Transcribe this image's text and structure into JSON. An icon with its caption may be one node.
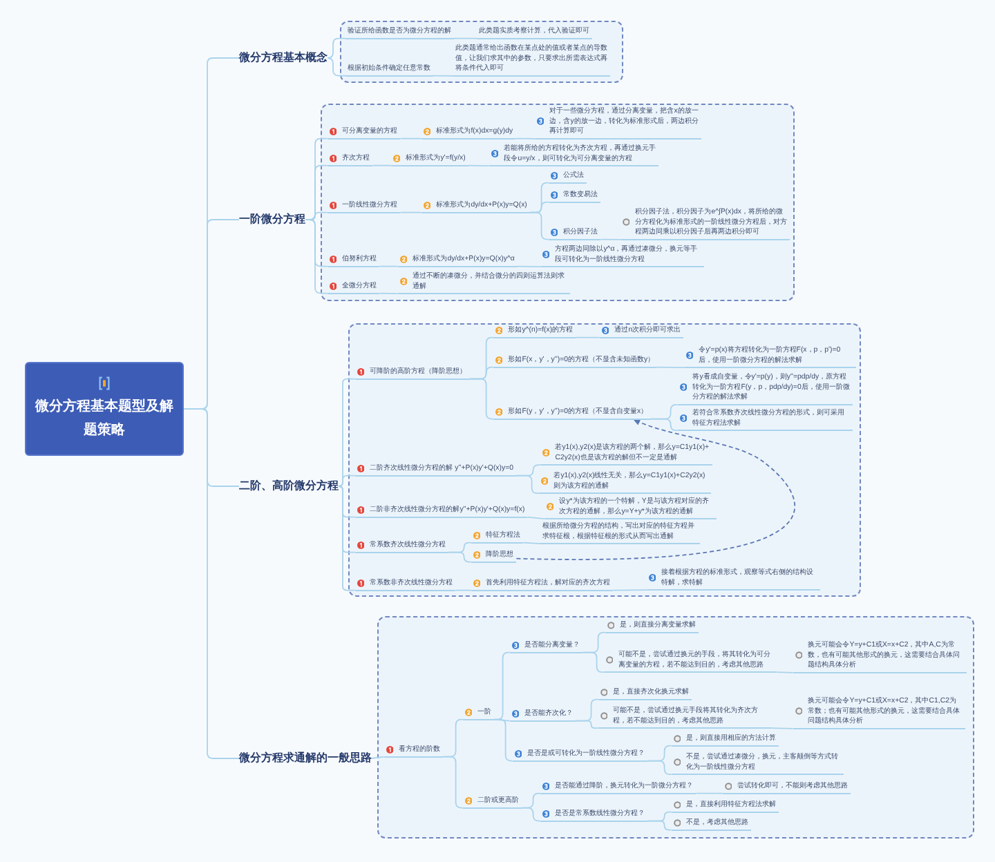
{
  "diagram": {
    "nodes": [
      {
        "text": [
          "微分方程基本题型及解题策略"
        ]
      },
      {
        "text": [
          "微分方程基本概念"
        ]
      },
      {
        "text": [],
        "shape": "box"
      },
      {
        "text": [
          "验证所给函数是否为微分方程的解"
        ],
        "in": 2
      },
      {
        "text": [
          "此类题实质考察计算，代入验证即可"
        ],
        "in": 2
      },
      {
        "text": [
          "根据初始条件确定任意常数"
        ],
        "in": 2
      },
      {
        "text": [
          "此类题通常给出函数在某点处的值或者某点的导数值，让我们求其中的参数，只要求出所需表达式再将条件代入即可"
        ],
        "in": 2
      },
      {
        "text": [
          "一阶微分方程"
        ]
      },
      {
        "text": [],
        "shape": "box"
      },
      {
        "text": [
          "可分离变量的方程"
        ],
        "in": 8
      },
      {
        "text": [
          "标准形式为f(x)dx=g(y)dy"
        ],
        "in": 8
      },
      {
        "text": [
          "对于一些微分方程，通过分离变量，把含x的放一边，含y的放一边，转化为标准形式后，两边积分再计算即可"
        ],
        "in": 8
      },
      {
        "text": [
          "齐次方程"
        ],
        "in": 8
      },
      {
        "text": [
          "标准形式为y'=f(y/x)"
        ],
        "in": 8
      },
      {
        "text": [
          "若能将所给的方程转化为齐次方程，再通过换元手段令u=y/x，则可转化为可分离变量的方程"
        ],
        "in": 8
      },
      {
        "text": [
          "一阶线性微分方程"
        ],
        "in": 8
      },
      {
        "text": [
          "标准形式为dy/dx+P(x)y=Q(x)"
        ],
        "in": 8
      },
      {
        "text": [
          "公式法"
        ],
        "in": 8
      },
      {
        "text": [
          "常数变易法"
        ],
        "in": 8
      },
      {
        "text": [
          "积分因子法"
        ],
        "in": 8
      },
      {
        "text": [
          "积分因子法，积分因子为e^∫P(x)dx，将所给的微分方程化为标准形式的一阶线性微分方程后，对方程两边同乘以积分因子后再两边积分即可"
        ],
        "in": 8
      },
      {
        "text": [
          "伯努利方程"
        ],
        "in": 8
      },
      {
        "text": [
          "标准形式为dy/dx+P(x)y=Q(x)y^α"
        ],
        "in": 8
      },
      {
        "text": [
          "方程两边同除以y^α，再通过凑微分，换元等手段可转化为一阶线性微分方程"
        ],
        "in": 8
      },
      {
        "text": [
          "全微分方程"
        ],
        "in": 8
      },
      {
        "text": [
          "通过不断的凑微分，并结合微分的四则运算法则求通解"
        ],
        "in": 8
      },
      {
        "text": [
          "二阶、高阶微分方程"
        ]
      },
      {
        "text": [],
        "shape": "box"
      },
      {
        "text": [
          "可降阶的高阶方程（降阶思想）"
        ],
        "in": 27
      },
      {
        "text": [
          "形如y^(n)=f(x)的方程"
        ],
        "in": 27
      },
      {
        "text": [
          "通过n次积分即可求出"
        ],
        "in": 27
      },
      {
        "text": [
          "形如F(x，y'，y'')=0的方程（不显含未知函数y）"
        ],
        "in": 27
      },
      {
        "text": [
          "令y'=p(x)将方程转化为一阶方程F(x，p，p')=0后，使用一阶微分方程的解法求解"
        ],
        "in": 27
      },
      {
        "text": [
          "形如F(y，y'，y'')=0的方程（不显含自变量x）"
        ],
        "in": 27
      },
      {
        "text": [
          "将y看成自变量，令y'=p(y)，则y''=pdp/dy，原方程转化为一阶方程F(y，p，pdp/dy)=0后，使用一阶微分方程的解法求解"
        ],
        "in": 27
      },
      {
        "text": [
          "若符合常系数齐次线性微分方程的形式，则可采用特征方程法求解"
        ],
        "in": 27
      },
      {
        "text": [
          "二阶齐次线性微分方程的解 y''+P(x)y'+Q(x)y=0"
        ],
        "in": 27
      },
      {
        "text": [
          "若y1(x),y2(x)是该方程的两个解，那么y=C1y1(x)+C2y2(x)也是该方程的解但不一定是通解"
        ],
        "in": 27
      },
      {
        "text": [
          "若y1(x),y2(x)线性无关，那么y=C1y1(x)+C2y2(x)则为该方程的通解"
        ],
        "in": 27
      },
      {
        "text": [
          "二阶非齐次线性微分方程的解y''+P(x)y'+Q(x)y=f(x)"
        ],
        "in": 27
      },
      {
        "text": [
          "设y*为该方程的一个特解，Y是与该方程对应的齐次方程的通解，那么y=Y+y*为该方程的通解"
        ],
        "in": 27
      },
      {
        "text": [
          "常系数齐次线性微分方程"
        ],
        "in": 27
      },
      {
        "text": [
          "特征方程法"
        ],
        "in": 27
      },
      {
        "text": [
          "根据所给微分方程的结构，写出对应的特征方程并求特征根，根据特征根的形式从而写出通解"
        ],
        "in": 27
      },
      {
        "text": [
          "降阶思想"
        ],
        "in": 27
      },
      {
        "text": [
          "常系数非齐次线性微分方程"
        ],
        "in": 27
      },
      {
        "text": [
          "首先利用特征方程法，解对应的齐次方程"
        ],
        "in": 27
      },
      {
        "text": [
          "接着根据方程的标准形式，观察等式右侧的结构设特解，求特解"
        ],
        "in": 27
      },
      {
        "text": [
          "微分方程求通解的一般思路"
        ]
      },
      {
        "text": [],
        "shape": "box"
      },
      {
        "text": [
          "看方程的阶数"
        ],
        "in": 49
      },
      {
        "text": [
          "一阶"
        ],
        "in": 49
      },
      {
        "text": [
          "是否能分离变量？"
        ],
        "in": 49
      },
      {
        "text": [
          "是，则直接分离变量求解"
        ],
        "in": 49
      },
      {
        "text": [
          "可能不是，尝试通过换元的手段，将其转化为可分离变量的方程，若不能达到目的，考虑其他思路"
        ],
        "in": 49
      },
      {
        "text": [
          "换元可能会令Y=y+C1或X=x+C2，其中A,C为常数，也有可能其他形式的换元，这需要结合具体问题结构具体分析"
        ],
        "in": 49
      },
      {
        "text": [
          "是否能齐次化？"
        ],
        "in": 49
      },
      {
        "text": [
          "是，直接齐次化换元求解"
        ],
        "in": 49
      },
      {
        "text": [
          "可能不是，尝试通过换元手段将其转化为齐次方程，若不能达到目的，考虑其他思路"
        ],
        "in": 49
      },
      {
        "text": [
          "换元可能会令Y=y+C1或X=x+C2，其中C1,C2为常数；也有可能其他形式的换元，这需要结合具体问题结构具体分析"
        ],
        "in": 49
      },
      {
        "text": [
          "是否是或可转化为一阶线性微分方程？"
        ],
        "in": 49
      },
      {
        "text": [
          "是，则直接用相应的方法计算"
        ],
        "in": 49
      },
      {
        "text": [
          "不是，尝试通过凑微分，换元，主客颠倒等方式转化为一阶线性微分方程"
        ],
        "in": 49
      },
      {
        "text": [
          "二阶或更高阶"
        ],
        "in": 49
      },
      {
        "text": [
          "是否能通过降阶，换元转化为一阶微分方程？"
        ],
        "in": 49
      },
      {
        "text": [
          "尝试转化即可，不能则考虑其他思路"
        ],
        "in": 49
      },
      {
        "text": [
          "是否是常系数线性微分方程？"
        ],
        "in": 49
      },
      {
        "text": [
          "是，直接利用特征方程法求解"
        ],
        "in": 49
      },
      {
        "text": [
          "不是，考虑其他思路"
        ],
        "in": 49
      }
    ],
    "edges": [
      {
        "from": 0,
        "to": 1,
        "arrow": "none"
      },
      {
        "from": 1,
        "to": 3,
        "arrow": "none"
      },
      {
        "from": 3,
        "to": 4,
        "arrow": "none"
      },
      {
        "from": 1,
        "to": 5,
        "arrow": "none"
      },
      {
        "from": 5,
        "to": 6,
        "arrow": "none"
      },
      {
        "from": 0,
        "to": 7,
        "arrow": "none"
      },
      {
        "from": 7,
        "to": 9,
        "arrow": "none"
      },
      {
        "from": 9,
        "to": 10,
        "arrow": "none"
      },
      {
        "from": 10,
        "to": 11,
        "arrow": "none"
      },
      {
        "from": 7,
        "to": 12,
        "arrow": "none"
      },
      {
        "from": 12,
        "to": 13,
        "arrow": "none"
      },
      {
        "from": 13,
        "to": 14,
        "arrow": "none"
      },
      {
        "from": 7,
        "to": 15,
        "arrow": "none"
      },
      {
        "from": 15,
        "to": 16,
        "arrow": "none"
      },
      {
        "from": 16,
        "to": 17,
        "arrow": "none"
      },
      {
        "from": 16,
        "to": 18,
        "arrow": "none"
      },
      {
        "from": 16,
        "to": 19,
        "arrow": "none"
      },
      {
        "from": 19,
        "to": 20,
        "arrow": "none"
      },
      {
        "from": 7,
        "to": 21,
        "arrow": "none"
      },
      {
        "from": 21,
        "to": 22,
        "arrow": "none"
      },
      {
        "from": 22,
        "to": 23,
        "arrow": "none"
      },
      {
        "from": 7,
        "to": 24,
        "arrow": "none"
      },
      {
        "from": 24,
        "to": 25,
        "arrow": "none"
      },
      {
        "from": 0,
        "to": 26,
        "arrow": "none"
      },
      {
        "from": 26,
        "to": 28,
        "arrow": "none"
      },
      {
        "from": 28,
        "to": 29,
        "arrow": "none"
      },
      {
        "from": 29,
        "to": 30,
        "arrow": "none"
      },
      {
        "from": 28,
        "to": 31,
        "arrow": "none"
      },
      {
        "from": 31,
        "to": 32,
        "arrow": "none"
      },
      {
        "from": 28,
        "to": 33,
        "arrow": "none"
      },
      {
        "from": 33,
        "to": 34,
        "arrow": "none"
      },
      {
        "from": 33,
        "to": 35,
        "arrow": "none"
      },
      {
        "from": 26,
        "to": 36,
        "arrow": "none"
      },
      {
        "from": 36,
        "to": 37,
        "arrow": "none"
      },
      {
        "from": 36,
        "to": 38,
        "arrow": "none"
      },
      {
        "from": 26,
        "to": 39,
        "arrow": "none"
      },
      {
        "from": 39,
        "to": 40,
        "arrow": "none"
      },
      {
        "from": 26,
        "to": 41,
        "arrow": "none"
      },
      {
        "from": 41,
        "to": 42,
        "arrow": "none"
      },
      {
        "from": 42,
        "to": 43,
        "arrow": "none"
      },
      {
        "from": 41,
        "to": 44,
        "arrow": "none"
      },
      {
        "from": 26,
        "to": 45,
        "arrow": "none"
      },
      {
        "from": 45,
        "to": 46,
        "arrow": "none"
      },
      {
        "from": 46,
        "to": 47,
        "arrow": "none"
      },
      {
        "from": 0,
        "to": 48,
        "arrow": "none"
      },
      {
        "from": 48,
        "to": 50,
        "arrow": "none"
      },
      {
        "from": 50,
        "to": 51,
        "arrow": "none"
      },
      {
        "from": 51,
        "to": 52,
        "arrow": "none"
      },
      {
        "from": 52,
        "to": 53,
        "arrow": "none"
      },
      {
        "from": 52,
        "to": 54,
        "arrow": "none"
      },
      {
        "from": 54,
        "to": 55,
        "arrow": "none"
      },
      {
        "from": 51,
        "to": 56,
        "arrow": "none"
      },
      {
        "from": 56,
        "to": 57,
        "arrow": "none"
      },
      {
        "from": 56,
        "to": 58,
        "arrow": "none"
      },
      {
        "from": 58,
        "to": 59,
        "arrow": "none"
      },
      {
        "from": 51,
        "to": 60,
        "arrow": "none"
      },
      {
        "from": 60,
        "to": 61,
        "arrow": "none"
      },
      {
        "from": 60,
        "to": 62,
        "arrow": "none"
      },
      {
        "from": 50,
        "to": 63,
        "arrow": "none"
      },
      {
        "from": 63,
        "to": 64,
        "arrow": "none"
      },
      {
        "from": 64,
        "to": 65,
        "arrow": "none"
      },
      {
        "from": 63,
        "to": 66,
        "arrow": "none"
      },
      {
        "from": 66,
        "to": 67,
        "arrow": "none"
      },
      {
        "from": 66,
        "to": 68,
        "arrow": "none"
      },
      {
        "from": 44,
        "to": 33,
        "arrow": "to",
        "style": "dashed",
        "color": "#5a78b4"
      }
    ]
  }
}
